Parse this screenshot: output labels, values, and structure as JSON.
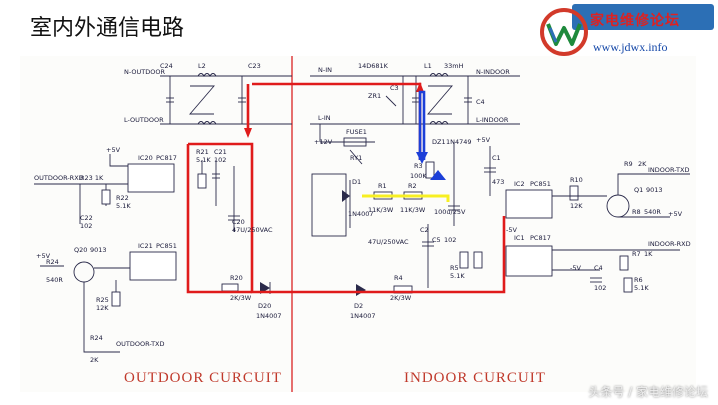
{
  "slide": {
    "title": "室内外通信电路",
    "logo_site": "家电维修论坛",
    "logo_url": "www.jdwx.info",
    "watermark": "头条号 / 家电维修论坛"
  },
  "diagram": {
    "section_outdoor": "OUTDOOR CURCUIT",
    "section_indoor": "INDOOR CURCUIT",
    "net_labels": {
      "n_outdoor": "N-OUTDOOR",
      "l_outdoor": "L-OUTDOOR",
      "n_indoor": "N-INDOOR",
      "l_indoor": "L-INDOOR",
      "outdoor_rxd": "OUTDOOR-RXD",
      "outdoor_txd": "OUTDOOR-TXD",
      "indoor_txd": "INDOOR-TXD",
      "indoor_rxd": "INDOOR-RXD",
      "l_in": "L-IN",
      "n_in": "N-IN",
      "relay_coil": "+12V",
      "relay_ry1": "RY1",
      "plus5v_1": "+5V",
      "plus5v_2": "+5V",
      "plus5v_3": "+5V",
      "plus5v_4": "+5V",
      "minus5v_1": "-5V",
      "minus5v_2": "-5V"
    },
    "components": {
      "c24": "C24",
      "l2": "L2",
      "c23": "C23",
      "ic20": "IC20",
      "pc817_a": "PC817",
      "r21": "R21",
      "r21_val": "5.1K",
      "c21": "C21",
      "c21_val": "102",
      "r23": "R23 1K",
      "r22": "R22",
      "r22_val": "5.1K",
      "c22": "C22",
      "c22_val": "102",
      "c20": "C20",
      "c20_val": "47U/250VAC",
      "ic21": "IC21",
      "pc851_a": "PC851",
      "q20": "Q20",
      "q20_type": "9013",
      "r24": "R24",
      "r24_val": "540R",
      "r25": "R25",
      "r25_val": "12K",
      "r20": "R20",
      "r20_val": "2K/3W",
      "d20": "D20",
      "d20_type": "1N4007",
      "r24b": "R24",
      "r24b_val": "2K",
      "zr1_part": "14D681K",
      "zr1": "ZR1",
      "l1": "L1",
      "l1_val": "33mH",
      "c3": "C3",
      "c4": "C4",
      "fuse1": "FUSE1",
      "d1": "D1",
      "d1_type": "1N4007",
      "r1": "R1",
      "r1_val": "11K/3W",
      "r2": "R2",
      "r2_val": "11K/3W",
      "dz1": "DZ1",
      "dz1_type": "1N4749",
      "r3": "R3",
      "r3_val": "100K",
      "c1": "C1",
      "c1_val": "473",
      "c2": "C2",
      "c2_val": "47U/250VAC",
      "dz": "100u/25V",
      "c5": "C5",
      "c5_val": "102",
      "r5": "R5",
      "r5_val": "5.1K",
      "r4": "R4",
      "r4_val": "2K/3W",
      "d2": "D2",
      "d2_type": "1N4007",
      "ic2": "IC2",
      "pc851_b": "PC851",
      "r10": "R10",
      "r10_val": "12K",
      "r9": "R9",
      "r9_val": "2K",
      "q1": "Q1",
      "q1_type": "9013",
      "r8": "R8",
      "r8_val": "540R",
      "ic1": "IC1",
      "pc817_b": "PC817",
      "c4b": "C4",
      "c4b_val": "102",
      "r7": "R7",
      "r7_val": "1K",
      "r6": "R6",
      "r6_val": "5.1K"
    }
  }
}
